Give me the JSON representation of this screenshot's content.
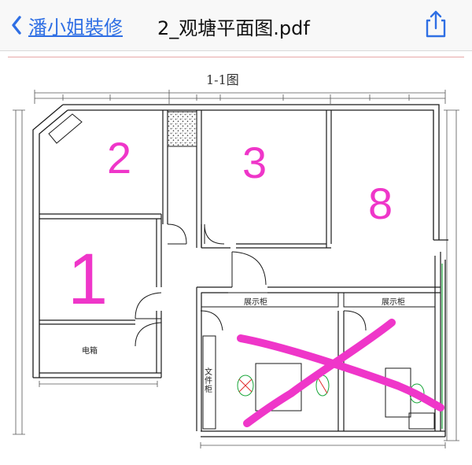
{
  "nav": {
    "back_label": "潘小姐裝修",
    "document_title": "2_观塘平面图.pdf"
  },
  "plan": {
    "title": "1-1图",
    "rooms": [
      {
        "label": "2"
      },
      {
        "label": "3"
      },
      {
        "label": "8"
      },
      {
        "label": "1"
      }
    ],
    "labels": {
      "display_cabinet_left": "展示柜",
      "display_cabinet_right": "展示柜",
      "electric_box": "电箱",
      "file_cabinet": "文件柜"
    }
  },
  "colors": {
    "nav_link": "#2f6fe4",
    "room_number": "#ef36c9",
    "cross_out": "#ef36c9"
  }
}
